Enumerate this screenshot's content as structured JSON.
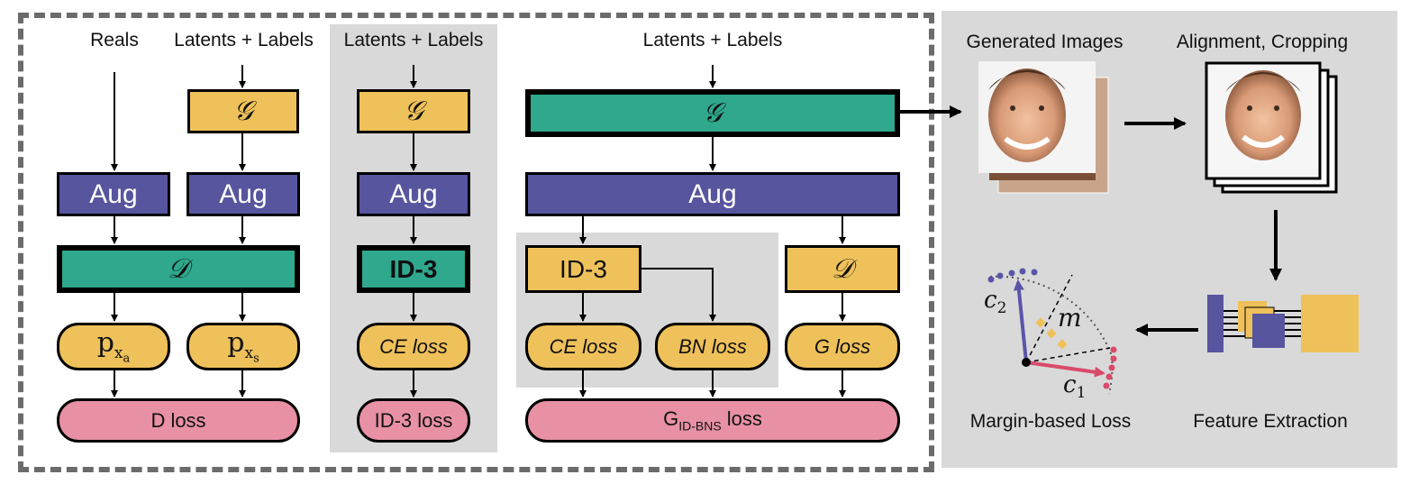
{
  "colors": {
    "yellow": "#efc15a",
    "purple": "#57559d",
    "green": "#2fa88d",
    "pink": "#e891a4",
    "shade": "#d9d9d9",
    "dash": "#6b6b6b",
    "vector_c1": "#d94a6b",
    "vector_c2": "#5a55a8"
  },
  "icons": [
    "face-image-stack",
    "feature-extractor-icon",
    "margin-angle-diagram"
  ],
  "col1": {
    "reals_label": "Reals",
    "latents_label": "Latents + Labels",
    "generator": "𝒢",
    "aug_real": "Aug",
    "aug_synth": "Aug",
    "discriminator": "𝒟",
    "p_xa": {
      "base": "p",
      "sub": "x",
      "subsub": "a"
    },
    "p_xs": {
      "base": "p",
      "sub": "x",
      "subsub": "s"
    },
    "loss": "D loss"
  },
  "col2": {
    "latents_label": "Latents + Labels",
    "generator": "𝒢",
    "aug": "Aug",
    "id3": "ID-3",
    "ce_loss": "CE loss",
    "loss": "ID-3 loss"
  },
  "col3": {
    "latents_label": "Latents + Labels",
    "generator": "𝒢",
    "aug": "Aug",
    "id3": "ID-3",
    "discriminator": "𝒟",
    "ce_loss": "CE loss",
    "bn_loss": "BN loss",
    "g_loss": "G loss",
    "final_loss": {
      "base": "G",
      "sub": "ID-BNS",
      "suffix": " loss"
    }
  },
  "right_panel": {
    "generated_images": "Generated Images",
    "alignment": "Alignment, Cropping",
    "feature_extraction": "Feature Extraction",
    "margin_loss": "Margin-based Loss",
    "c1": "c",
    "c1_sub": "1",
    "c2": "c",
    "c2_sub": "2",
    "m": "m"
  }
}
